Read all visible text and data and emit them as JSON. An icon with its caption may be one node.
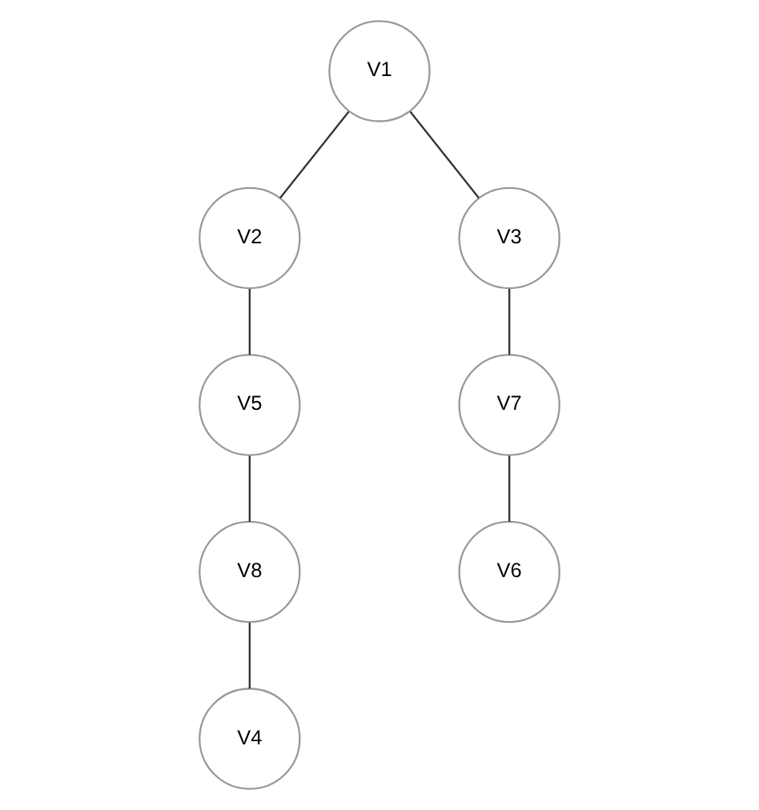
{
  "diagram": {
    "nodes": [
      {
        "text": [
          "V1"
        ]
      },
      {
        "text": [
          "V2"
        ]
      },
      {
        "text": [
          "V3"
        ]
      },
      {
        "text": [
          "V5"
        ]
      },
      {
        "text": [
          "V7"
        ]
      },
      {
        "text": [
          "V8"
        ]
      },
      {
        "text": [
          "V6"
        ]
      },
      {
        "text": [
          "V4"
        ]
      }
    ],
    "edges": [
      {
        "from": 0,
        "to": 1,
        "arrow": "none"
      },
      {
        "from": 0,
        "to": 2,
        "arrow": "none"
      },
      {
        "from": 1,
        "to": 3,
        "arrow": "none"
      },
      {
        "from": 2,
        "to": 4,
        "arrow": "none"
      },
      {
        "from": 3,
        "to": 5,
        "arrow": "none"
      },
      {
        "from": 4,
        "to": 6,
        "arrow": "none"
      },
      {
        "from": 5,
        "to": 7,
        "arrow": "none"
      }
    ]
  }
}
